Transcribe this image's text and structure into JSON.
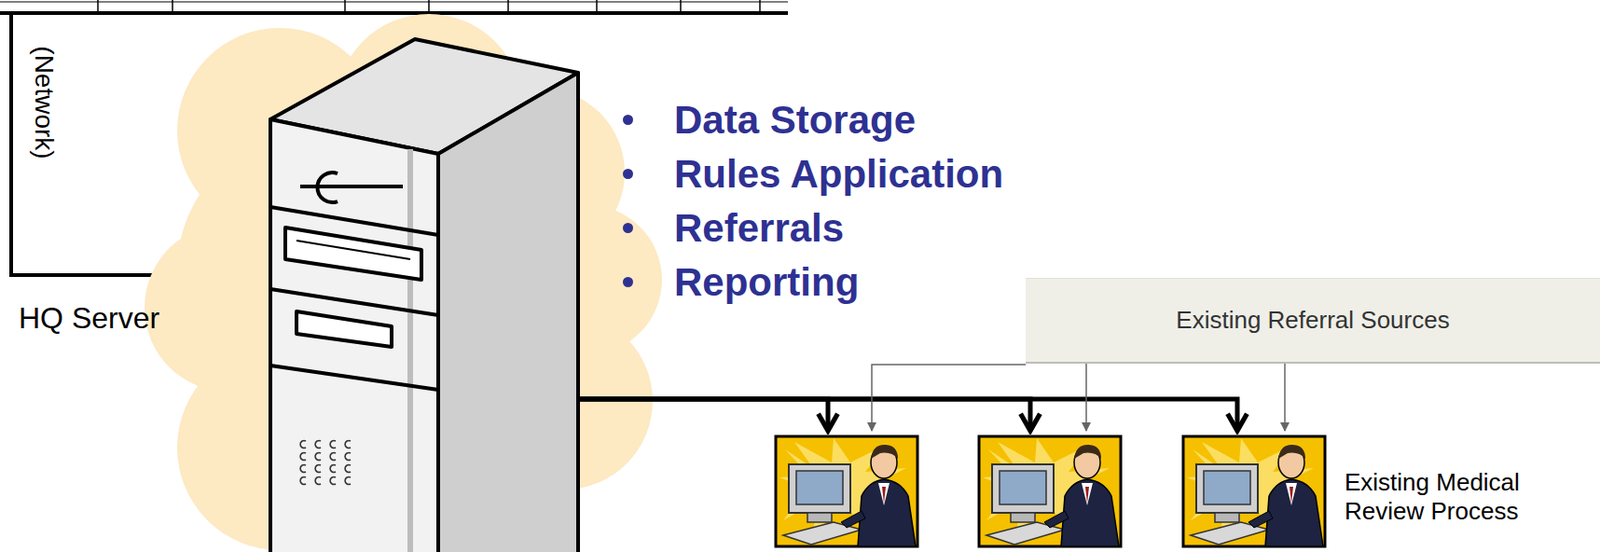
{
  "diagram": {
    "nodes": [
      {
        "text": [
          "HQ Server"
        ]
      },
      {
        "text": [
          "Existing Referral Sources"
        ]
      },
      {
        "text": [
          "Existing Medical Review Process"
        ]
      }
    ],
    "edges": [
      {
        "from": 0,
        "to": 2,
        "arrow": "to"
      },
      {
        "from": 1,
        "to": 2,
        "arrow": "to"
      }
    ],
    "labels": [
      "(Network)",
      "Data Storage",
      "Rules Application",
      "Referrals",
      "Reporting"
    ]
  }
}
